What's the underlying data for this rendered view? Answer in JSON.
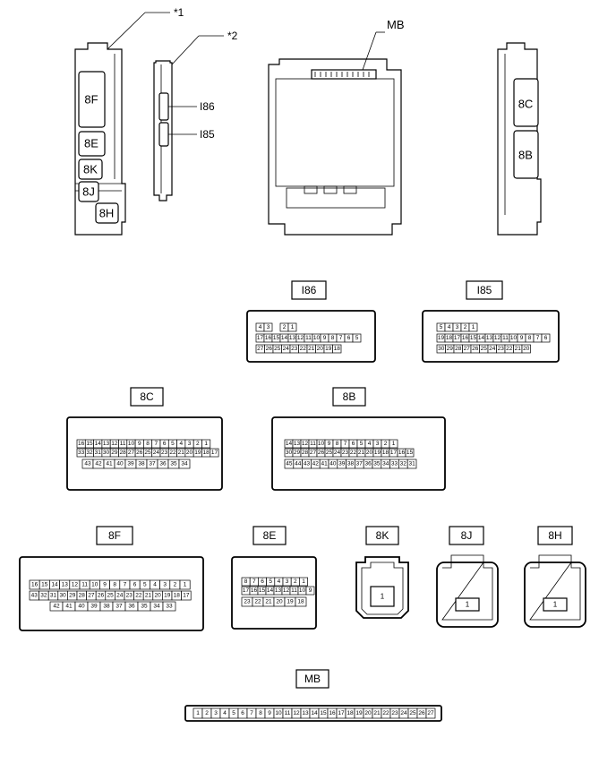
{
  "callouts": {
    "c1": "*1",
    "c2": "*2",
    "mb": "MB",
    "i86": "I86",
    "i85": "I85"
  },
  "overview": {
    "f8": "8F",
    "e8": "8E",
    "k8": "8K",
    "j8": "8J",
    "h8": "8H",
    "c8": "8C",
    "b8": "8B"
  },
  "connectors": {
    "I86": {
      "label": "I86",
      "rows": [
        [
          "4",
          "3",
          "",
          "2",
          "1"
        ],
        [
          "17",
          "16",
          "15",
          "14",
          "13",
          "12",
          "11",
          "10",
          "9",
          "8",
          "7",
          "6",
          "5"
        ],
        [
          "27",
          "26",
          "25",
          "24",
          "23",
          "22",
          "21",
          "20",
          "19",
          "18"
        ]
      ]
    },
    "I85": {
      "label": "I85",
      "rows": [
        [
          "5",
          "4",
          "3",
          "2",
          "1"
        ],
        [
          "19",
          "18",
          "17",
          "16",
          "15",
          "14",
          "13",
          "12",
          "11",
          "10",
          "9",
          "8",
          "7",
          "6"
        ],
        [
          "30",
          "29",
          "28",
          "27",
          "26",
          "25",
          "24",
          "23",
          "22",
          "21",
          "20"
        ]
      ]
    },
    "8C": {
      "label": "8C",
      "rows": [
        [
          "16",
          "15",
          "14",
          "13",
          "12",
          "11",
          "10",
          "9",
          "8",
          "7",
          "6",
          "5",
          "4",
          "3",
          "2",
          "1"
        ],
        [
          "33",
          "32",
          "31",
          "30",
          "29",
          "28",
          "27",
          "26",
          "25",
          "24",
          "23",
          "22",
          "21",
          "20",
          "19",
          "18",
          "17"
        ],
        [
          "43",
          "42",
          "41",
          "40",
          "39",
          "38",
          "37",
          "36",
          "35",
          "34"
        ]
      ]
    },
    "8B": {
      "label": "8B",
      "rows": [
        [
          "14",
          "13",
          "12",
          "11",
          "10",
          "9",
          "8",
          "7",
          "6",
          "5",
          "4",
          "3",
          "2",
          "1"
        ],
        [
          "30",
          "29",
          "28",
          "27",
          "26",
          "25",
          "24",
          "23",
          "22",
          "21",
          "20",
          "19",
          "18",
          "17",
          "16",
          "15"
        ],
        [
          "45",
          "44",
          "43",
          "42",
          "41",
          "40",
          "39",
          "38",
          "37",
          "36",
          "35",
          "34",
          "33",
          "32",
          "31"
        ]
      ]
    },
    "8F": {
      "label": "8F",
      "rows": [
        [
          "16",
          "15",
          "14",
          "13",
          "12",
          "11",
          "10",
          "9",
          "8",
          "7",
          "6",
          "5",
          "4",
          "3",
          "2",
          "1"
        ],
        [
          "43",
          "32",
          "31",
          "30",
          "29",
          "28",
          "27",
          "26",
          "25",
          "24",
          "23",
          "22",
          "21",
          "20",
          "19",
          "18",
          "17"
        ],
        [
          "42",
          "41",
          "40",
          "39",
          "38",
          "37",
          "36",
          "35",
          "34",
          "33"
        ]
      ]
    },
    "8E": {
      "label": "8E",
      "rows": [
        [
          "8",
          "7",
          "6",
          "5",
          "4",
          "3",
          "2",
          "1"
        ],
        [
          "17",
          "16",
          "15",
          "14",
          "13",
          "12",
          "11",
          "10",
          "9"
        ],
        [
          "23",
          "22",
          "21",
          "20",
          "19",
          "18"
        ]
      ]
    },
    "8K": {
      "label": "8K",
      "pin": "1"
    },
    "8J": {
      "label": "8J",
      "pin": "1"
    },
    "8H": {
      "label": "8H",
      "pin": "1"
    },
    "MB": {
      "label": "MB",
      "pins": [
        "1",
        "2",
        "3",
        "4",
        "5",
        "6",
        "7",
        "8",
        "9",
        "10",
        "11",
        "12",
        "13",
        "14",
        "15",
        "16",
        "17",
        "18",
        "19",
        "20",
        "21",
        "22",
        "23",
        "24",
        "25",
        "26",
        "27"
      ]
    }
  }
}
